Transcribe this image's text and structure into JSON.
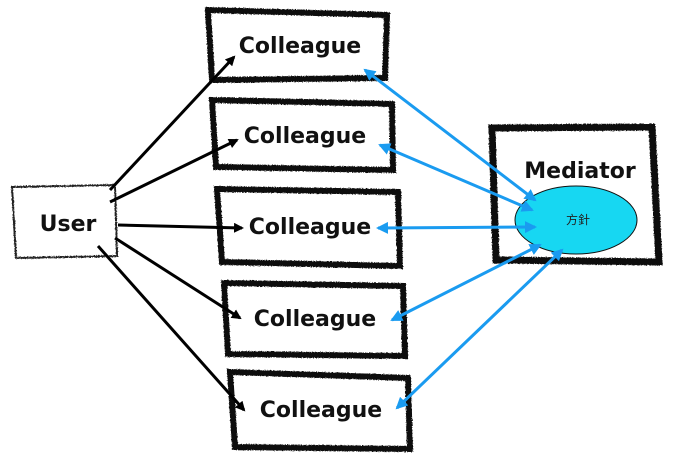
{
  "diagram": {
    "user": {
      "label": "User"
    },
    "colleagues": [
      {
        "label": "Colleague"
      },
      {
        "label": "Colleague"
      },
      {
        "label": "Colleague"
      },
      {
        "label": "Colleague"
      },
      {
        "label": "Colleague"
      }
    ],
    "mediator": {
      "label": "Mediator",
      "policy_label": "方針"
    },
    "colors": {
      "stroke": "#111111",
      "user_arrow": "#000000",
      "mediator_arrow": "#1a9bf0",
      "policy_fill": "#17d7f2"
    }
  }
}
